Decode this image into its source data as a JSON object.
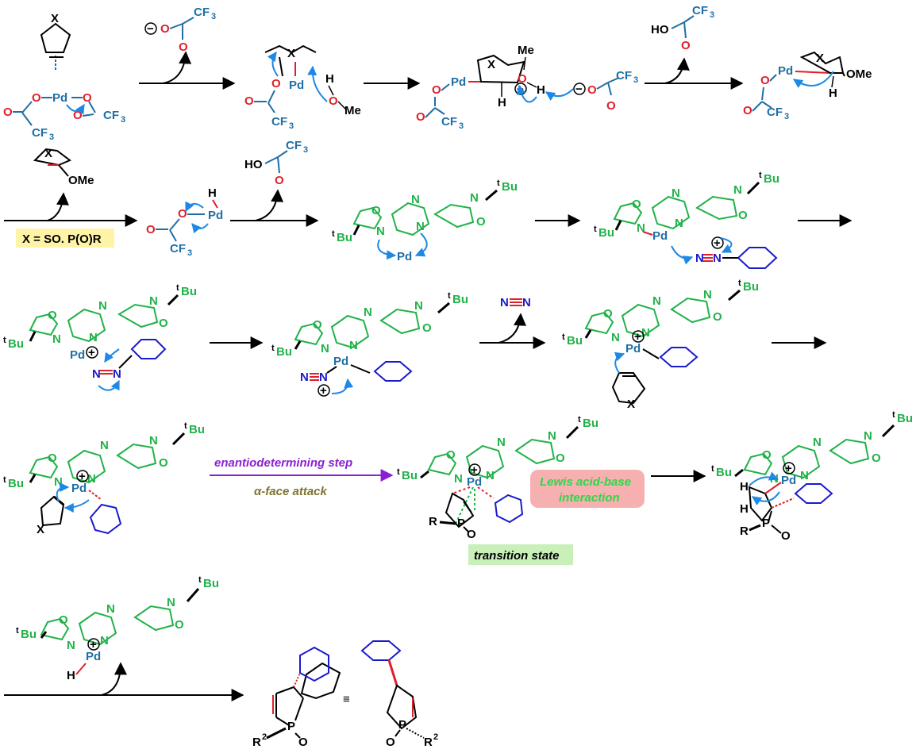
{
  "colors": {
    "pd_ligand_blue": "#1f6fa6",
    "arrow_blue": "#1e88e5",
    "ligand_green": "#21b24a",
    "aryl_blue": "#1a1acd",
    "bond_red": "#e0202a",
    "diazo_blue": "#1a1acd",
    "purple": "#8b1fd6",
    "olive": "#7f7430",
    "yellow_box": "#fff3a8",
    "pink_box": "#f7b0b0",
    "green_box": "#c9f0b9",
    "lewis_text": "#2fd64a"
  },
  "labels": {
    "pd": "Pd",
    "x": "X",
    "o": "O",
    "h": "H",
    "n": "N",
    "p": "P",
    "cf3": "CF",
    "three": "3",
    "me": "Me",
    "ome": "OMe",
    "tbu": "Bu",
    "t": "t",
    "r": "R",
    "r2": "R",
    "two": "2",
    "ho": "HO",
    "plus": "+",
    "minus": "−",
    "equiv": "≡"
  },
  "x_definition": "X = SO. P(O)R",
  "reaction_labels": {
    "enantiodetermining": "enantiodetermining step",
    "alpha_face": "α-face attack",
    "lewis_line1": "Lewis acid-base",
    "lewis_line2": "interaction",
    "transition_state": "transition state"
  }
}
